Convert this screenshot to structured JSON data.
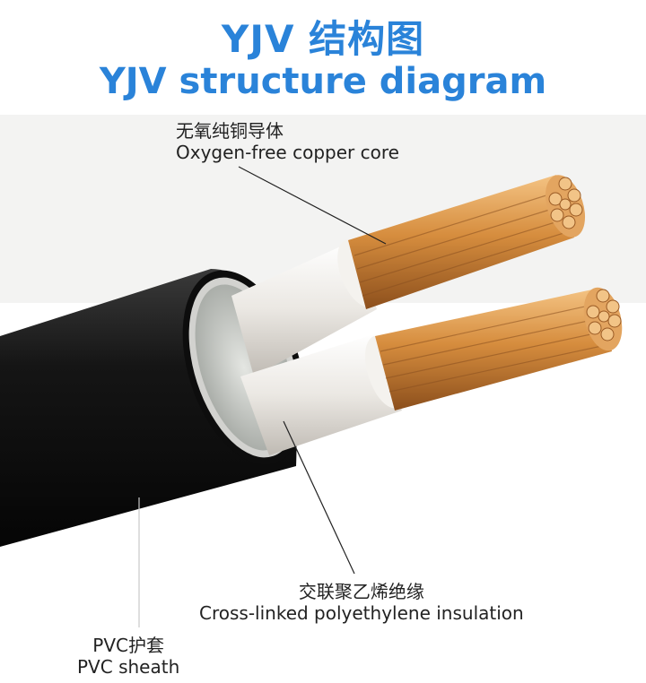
{
  "title": {
    "cn": "YJV 结构图",
    "en": "YJV structure diagram"
  },
  "labels": {
    "core": {
      "cn": "无氧纯铜导体",
      "en": "Oxygen-free copper core"
    },
    "insulation": {
      "cn": "交联聚乙烯绝缘",
      "en": "Cross-linked polyethylene insulation"
    },
    "sheath": {
      "cn": "PVC护套",
      "en": "PVC sheath"
    }
  },
  "colors": {
    "title": "#2a83d9",
    "sheath": "#1a1a1a",
    "insulation": "#eceae6",
    "filler": "#c9ccc8",
    "copper": "#d9944a",
    "leader": "#222222"
  }
}
